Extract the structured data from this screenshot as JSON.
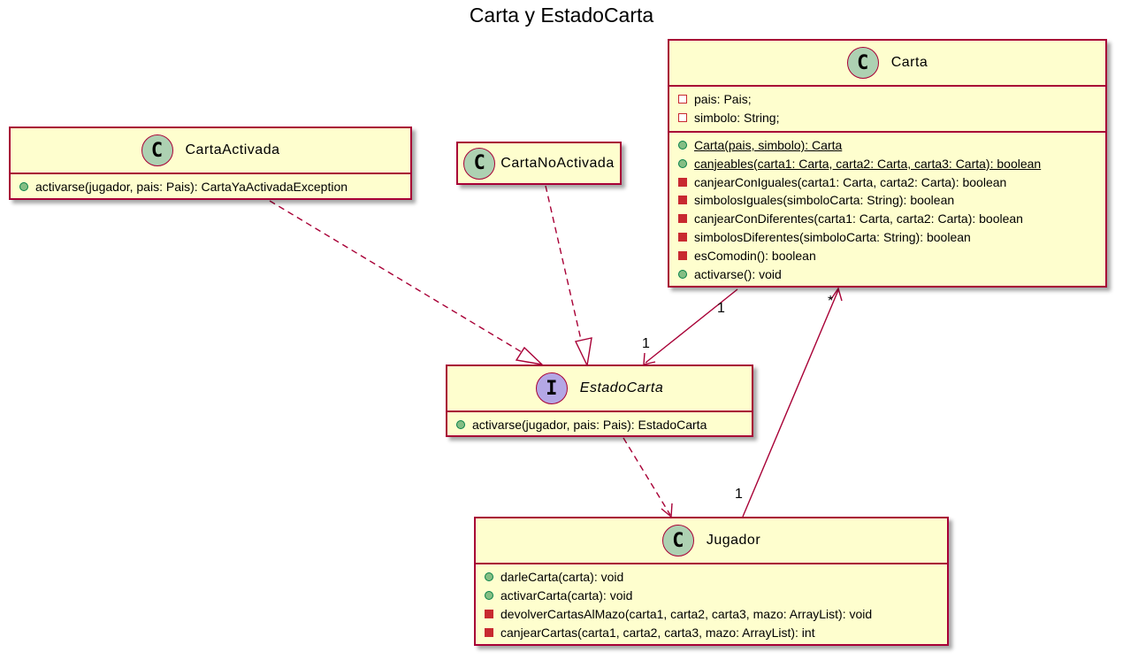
{
  "title": "Carta y EstadoCarta",
  "colors": {
    "border": "#a80036",
    "fill": "#fefece",
    "class_badge": "#add1b2",
    "interface_badge": "#b4a7e5",
    "public": "#84be84",
    "private": "#c82930"
  },
  "classes": {
    "carta": {
      "badge": "C",
      "name": "Carta",
      "attributes": [
        "pais: Pais;",
        "simbolo: String;"
      ],
      "methods": [
        "Carta(pais, simbolo): Carta",
        "canjeables(carta1: Carta, carta2: Carta, carta3: Carta): boolean",
        "canjearConIguales(carta1: Carta, carta2: Carta): boolean",
        "simbolosIguales(simboloCarta: String): boolean",
        "canjearConDiferentes(carta1: Carta, carta2: Carta): boolean",
        "simbolosDiferentes(simboloCarta: String): boolean",
        "esComodin(): boolean",
        "activarse(): void"
      ]
    },
    "carta_activada": {
      "badge": "C",
      "name": "CartaActivada",
      "methods": [
        "activarse(jugador, pais: Pais): CartaYaActivadaException"
      ]
    },
    "carta_no_activada": {
      "badge": "C",
      "name": "CartaNoActivada"
    },
    "estado_carta": {
      "badge": "I",
      "name": "EstadoCarta",
      "methods": [
        "activarse(jugador, pais: Pais): EstadoCarta"
      ]
    },
    "jugador": {
      "badge": "C",
      "name": "Jugador",
      "methods": [
        "darleCarta(carta): void",
        "activarCarta(carta): void",
        "devolverCartasAlMazo(carta1, carta2, carta3, mazo: ArrayList): void",
        "canjearCartas(carta1, carta2, carta3, mazo: ArrayList): int"
      ]
    }
  },
  "multiplicities": {
    "carta_estado_source": "1",
    "carta_estado_target": "1",
    "jugador_carta_source": "1",
    "jugador_carta_target": "*"
  }
}
